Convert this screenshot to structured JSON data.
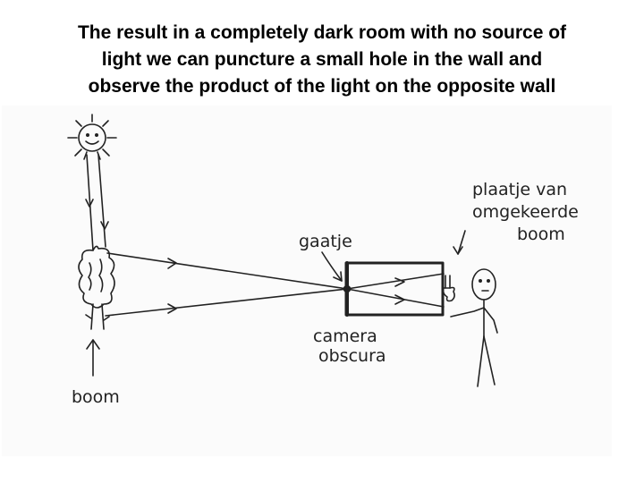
{
  "slide": {
    "title_lines": [
      "The result in a completely dark room with no source of",
      "light we can puncture a small hole in the wall and",
      "observe the product of the light on the opposite wall"
    ]
  },
  "diagram": {
    "labels": {
      "tree": "boom",
      "hole": "gaatje",
      "camera_line1": "camera",
      "camera_line2": "obscura",
      "image_line1": "plaatje van",
      "image_line2": "omgekeerde",
      "image_line3": "boom"
    }
  }
}
